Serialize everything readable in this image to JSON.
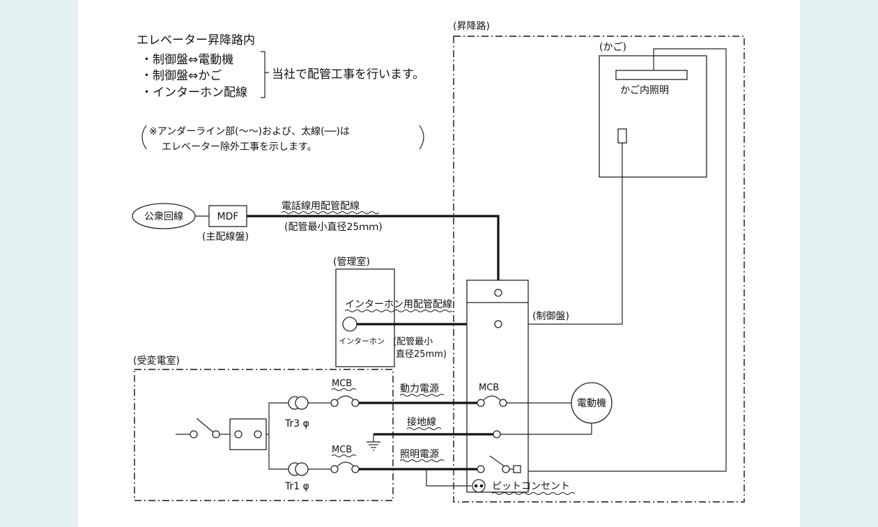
{
  "notes": {
    "title": "エレベーター昇降路内",
    "items": [
      "・制御盤⇔電動機",
      "・制御盤⇔かご",
      "・インターホン配線"
    ],
    "side_text": "当社で配管工事を行います。",
    "remark_line1": "※アンダーライン部(〜〜)および、太線(──)は",
    "remark_line2": "エレベーター除外工事を示します。"
  },
  "areas": {
    "shaft": "(昇降路)",
    "cage": "(かご)",
    "cage_light": "かご内照明",
    "control_room": "(管理室)",
    "substation": "(受変電室)",
    "control_panel": "(制御盤)"
  },
  "components": {
    "public_line": "公衆回線",
    "mdf": "MDF",
    "mdf_caption": "(主配線盤)",
    "intercom": "インターホン",
    "motor": "電動機",
    "mcb_1": "MCB",
    "mcb_2": "MCB",
    "mcb_3": "MCB",
    "tr3": "Tr3 φ",
    "tr1": "Tr1 φ",
    "pit_outlet": "ピットコンセント"
  },
  "wiring": {
    "phone_conduit": "電話線用配管配線",
    "phone_conduit_note": "(配管最小直径25ｍｍ)",
    "intercom_conduit": "インターホン用配管配線",
    "intercom_note_1": "(配管最小",
    "intercom_note_2": "直径25mm)",
    "power": "動力電源",
    "ground": "接地線",
    "lighting": "照明電源"
  }
}
